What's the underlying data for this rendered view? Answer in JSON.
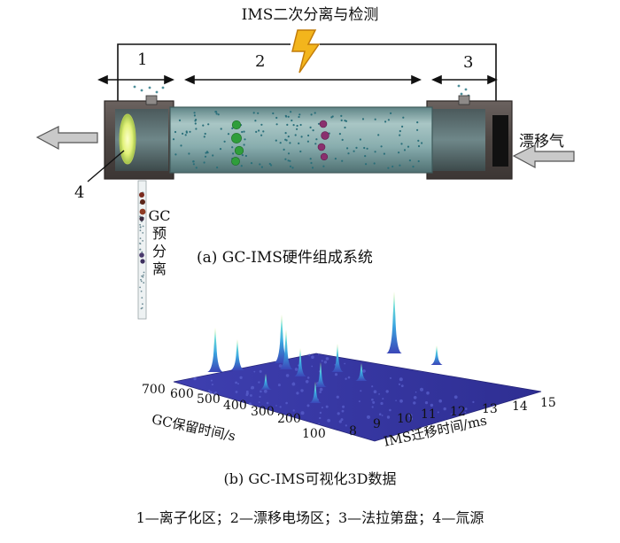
{
  "title": "IMS二次分离与检测",
  "regions": {
    "one": "1",
    "two": "2",
    "three": "3",
    "four": "4"
  },
  "drift_gas": "漂移气",
  "gc_pre": {
    "line1": "GC",
    "line2": "预",
    "line3": "分",
    "line4": "离"
  },
  "caption_a": "(a) GC-IMS硬件组成系统",
  "caption_b": "(b) GC-IMS可视化3D数据",
  "legend": "1—离子化区；2—漂移电场区；3—法拉第盘；4—氚源",
  "plot": {
    "x_axis": {
      "label": "GC保留时间/s",
      "ticks": [
        "700",
        "600",
        "500",
        "400",
        "300",
        "200",
        "100"
      ]
    },
    "y_axis": {
      "label": "IMS迁移时间/ms",
      "ticks": [
        "8",
        "9",
        "10",
        "11",
        "12",
        "13",
        "14",
        "15"
      ]
    }
  },
  "colors": {
    "tube": "#7fa4a6",
    "cap": "#5b5350",
    "peak": "#39c6e8",
    "floor": "#3a3aa8",
    "green_ion": "#2f9e3b",
    "purple_ion": "#8a2f6e",
    "bolt": "#f3b51c"
  }
}
